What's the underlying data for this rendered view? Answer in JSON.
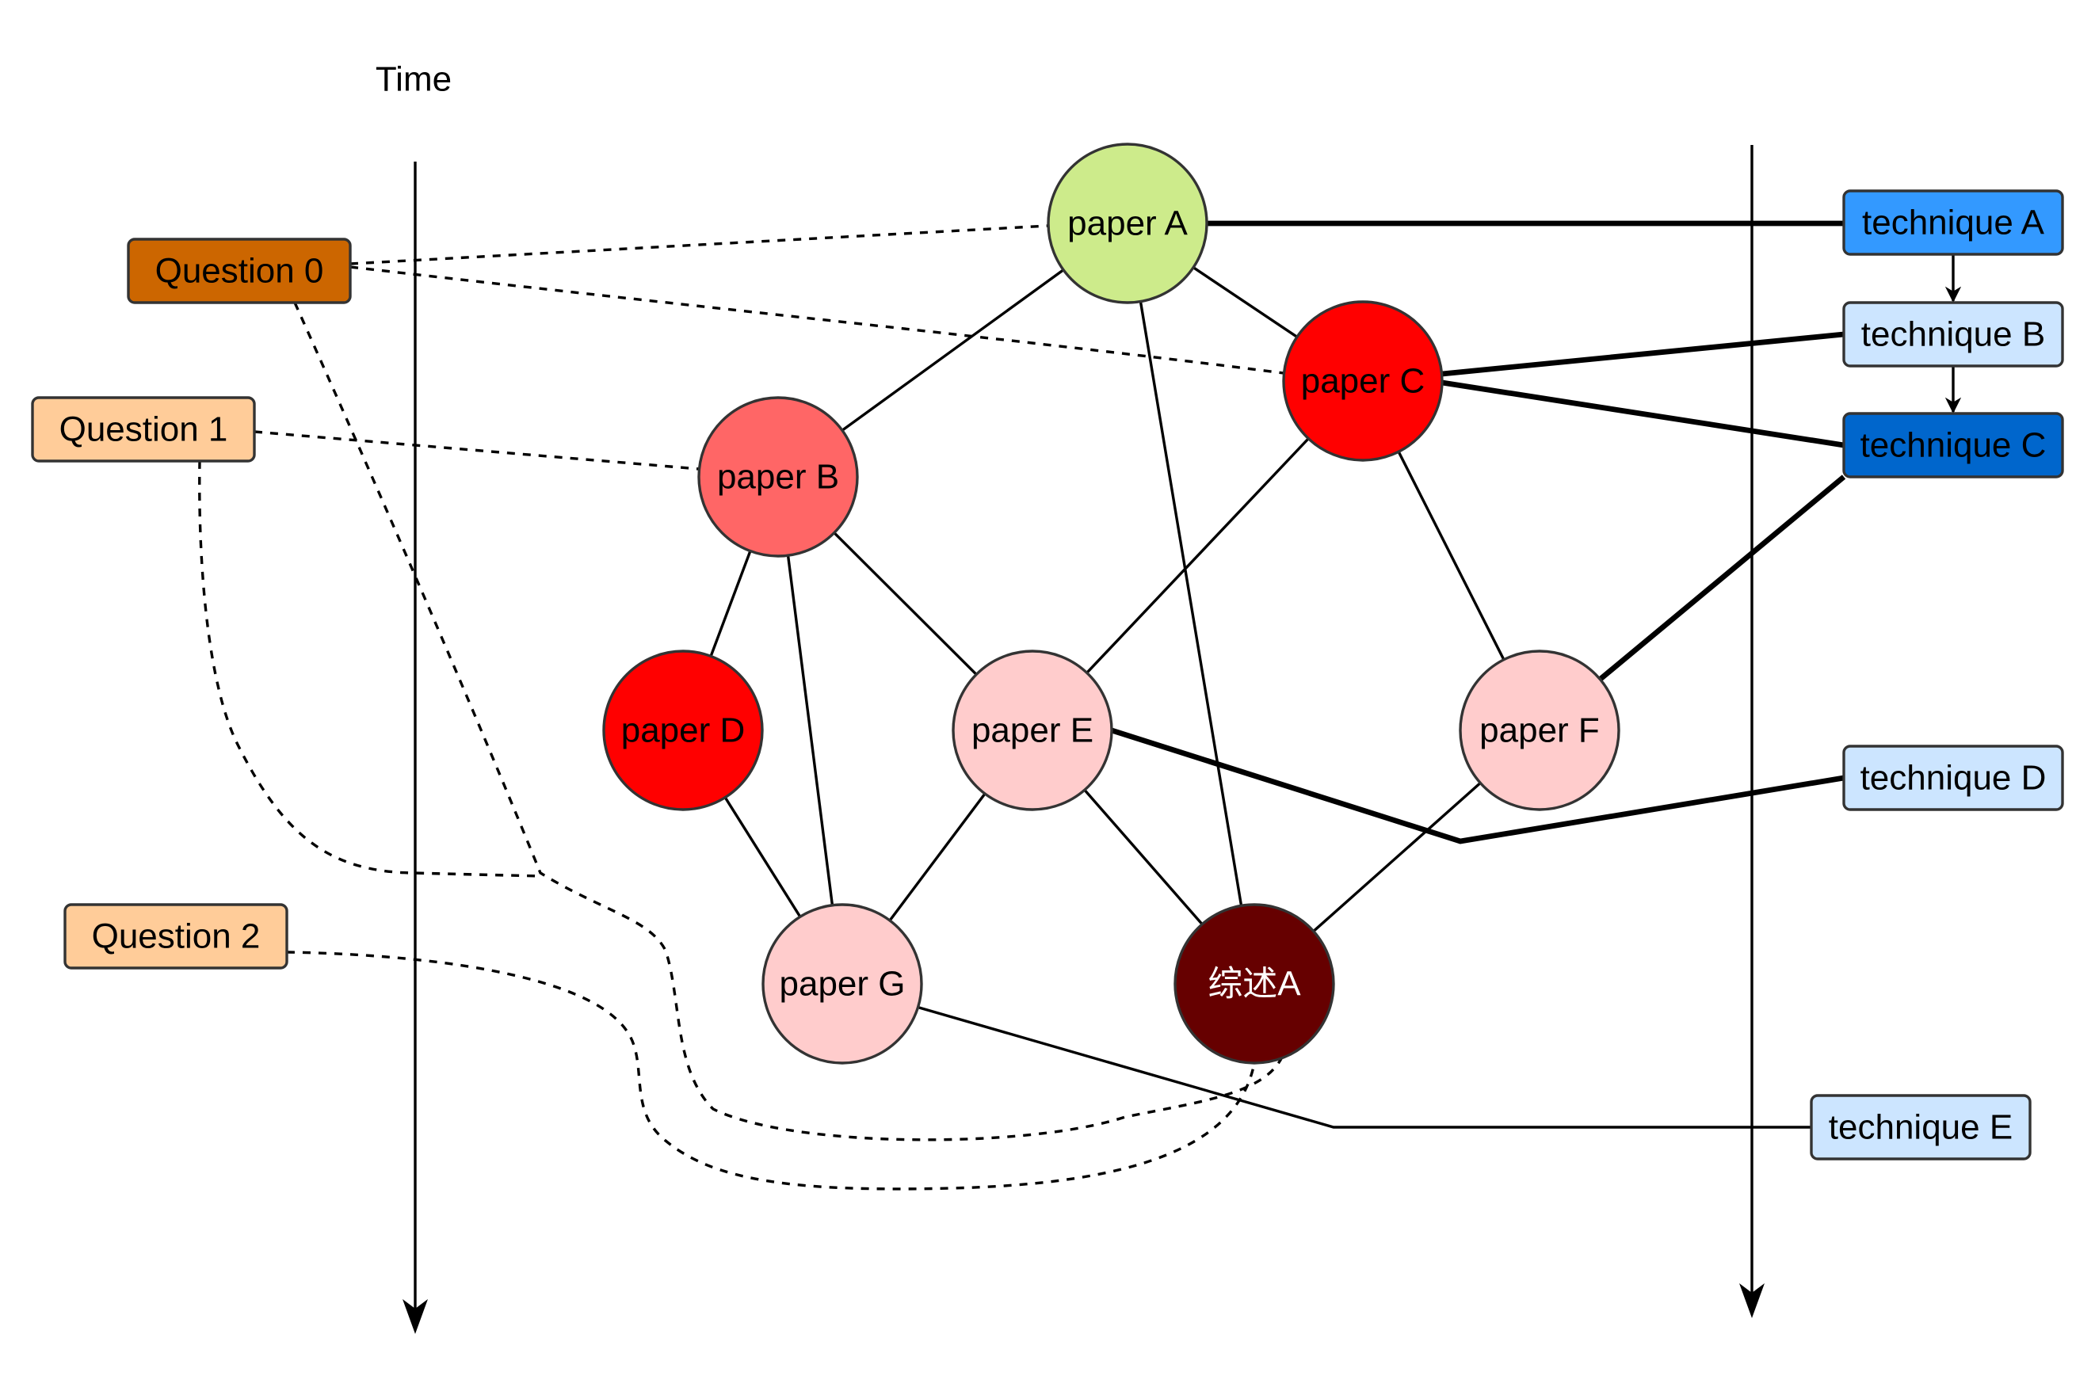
{
  "time_label": "Time",
  "questions": [
    {
      "id": "q0",
      "label": "Question 0",
      "fill": "#CC6600",
      "text": "#000000"
    },
    {
      "id": "q1",
      "label": "Question 1",
      "fill": "#FFCC99",
      "text": "#000000"
    },
    {
      "id": "q2",
      "label": "Question 2",
      "fill": "#FFCC99",
      "text": "#000000"
    }
  ],
  "papers": [
    {
      "id": "A",
      "label": "paper A",
      "fill": "#CDEB8B",
      "text": "#000000"
    },
    {
      "id": "B",
      "label": "paper B",
      "fill": "#FF6666",
      "text": "#000000"
    },
    {
      "id": "C",
      "label": "paper C",
      "fill": "#FF0000",
      "text": "#000000"
    },
    {
      "id": "D",
      "label": "paper D",
      "fill": "#FF0000",
      "text": "#000000"
    },
    {
      "id": "E",
      "label": "paper E",
      "fill": "#FFCCCC",
      "text": "#000000"
    },
    {
      "id": "F",
      "label": "paper F",
      "fill": "#FFCCCC",
      "text": "#000000"
    },
    {
      "id": "G",
      "label": "paper G",
      "fill": "#FFCCCC",
      "text": "#000000"
    },
    {
      "id": "S",
      "label": "综述A",
      "fill": "#660000",
      "text": "#FFFFFF"
    }
  ],
  "techniques": [
    {
      "id": "tA",
      "label": "technique A",
      "fill": "#3399FF",
      "text": "#000000"
    },
    {
      "id": "tB",
      "label": "technique B",
      "fill": "#CCE5FF",
      "text": "#000000"
    },
    {
      "id": "tC",
      "label": "technique C",
      "fill": "#0066CC",
      "text": "#000000"
    },
    {
      "id": "tD",
      "label": "technique D",
      "fill": "#CCE5FF",
      "text": "#000000"
    },
    {
      "id": "tE",
      "label": "technique E",
      "fill": "#CCE5FF",
      "text": "#000000"
    }
  ],
  "citation_links": [
    [
      "A",
      "B"
    ],
    [
      "A",
      "C"
    ],
    [
      "A",
      "S"
    ],
    [
      "B",
      "D"
    ],
    [
      "B",
      "G"
    ],
    [
      "B",
      "E"
    ],
    [
      "C",
      "E"
    ],
    [
      "C",
      "F"
    ],
    [
      "D",
      "G"
    ],
    [
      "E",
      "G"
    ],
    [
      "E",
      "S"
    ],
    [
      "F",
      "S"
    ]
  ],
  "technique_links": [
    [
      "A",
      "tA"
    ],
    [
      "C",
      "tB"
    ],
    [
      "C",
      "tC"
    ],
    [
      "F",
      "tC"
    ],
    [
      "E",
      "tD"
    ],
    [
      "G",
      "tE"
    ]
  ],
  "technique_sequence": [
    [
      "tA",
      "tB"
    ],
    [
      "tB",
      "tC"
    ]
  ],
  "question_links": [
    [
      "q0",
      "A"
    ],
    [
      "q0",
      "C"
    ],
    [
      "q0",
      "S"
    ],
    [
      "q1",
      "B"
    ],
    [
      "q1",
      "S"
    ],
    [
      "q2",
      "S"
    ]
  ]
}
